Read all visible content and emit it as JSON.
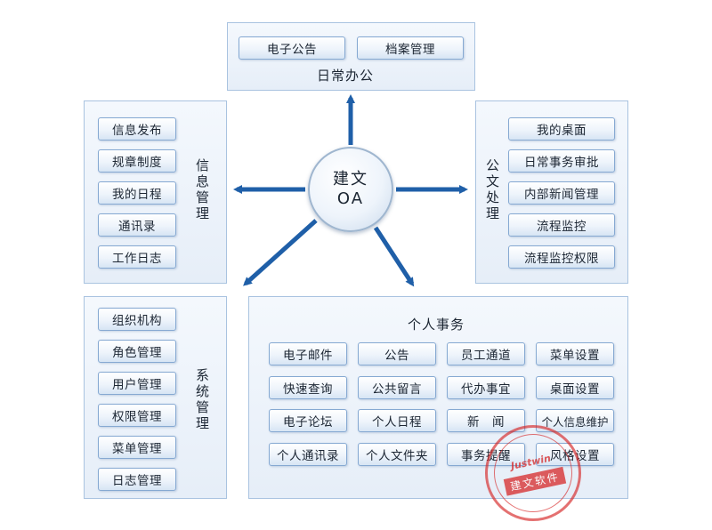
{
  "hub": {
    "line1": "建文",
    "line2": "OA"
  },
  "office": {
    "title": "日常办公",
    "items": [
      "电子公告",
      "档案管理"
    ]
  },
  "info": {
    "title": "信息管理",
    "items": [
      "信息发布",
      "规章制度",
      "我的日程",
      "通讯录",
      "工作日志"
    ]
  },
  "docs": {
    "title": "公文处理",
    "items": [
      "我的桌面",
      "日常事务审批",
      "内部新闻管理",
      "流程监控",
      "流程监控权限"
    ]
  },
  "system": {
    "title": "系统管理",
    "items": [
      "组织机构",
      "角色管理",
      "用户管理",
      "权限管理",
      "菜单管理",
      "日志管理"
    ]
  },
  "personal": {
    "title": "个人事务",
    "items": [
      "电子邮件",
      "公告",
      "员工通道",
      "菜单设置",
      "快速查询",
      "公共留言",
      "代办事宜",
      "桌面设置",
      "电子论坛",
      "个人日程",
      "新　闻",
      "个人信息维护",
      "个人通讯录",
      "个人文件夹",
      "事务提醒",
      "风格设置"
    ]
  },
  "stamp": {
    "brand": "Justwin",
    "ribbon": "建文软件"
  },
  "colors": {
    "arrow": "#1f5fa8",
    "panel_border": "#a9c3e0",
    "button_border": "#86a9d2",
    "stamp": "#d62222"
  }
}
